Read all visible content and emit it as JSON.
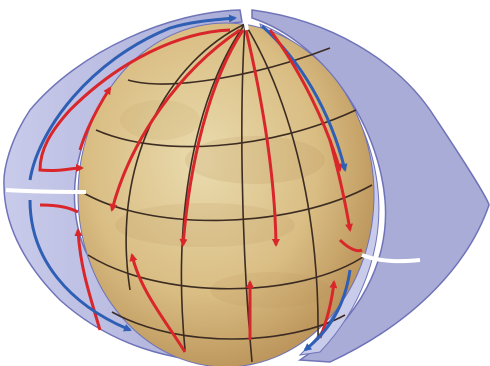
{
  "diagram": {
    "colors": {
      "background": "#ffffff",
      "shell_fill": "#c9cbeb",
      "shell_dark": "#a9acd6",
      "shell_edge": "#6f73b8",
      "planet_light": "#eadbae",
      "planet_mid": "#d9bd83",
      "planet_dark": "#b89056",
      "grid_line": "#3c2c22",
      "warm_flow": "#d9262b",
      "cool_flow": "#2f5fb4"
    },
    "flows": [
      {
        "kind": "warm",
        "direction": "poleward"
      },
      {
        "kind": "cool",
        "direction": "equatorward"
      }
    ]
  }
}
